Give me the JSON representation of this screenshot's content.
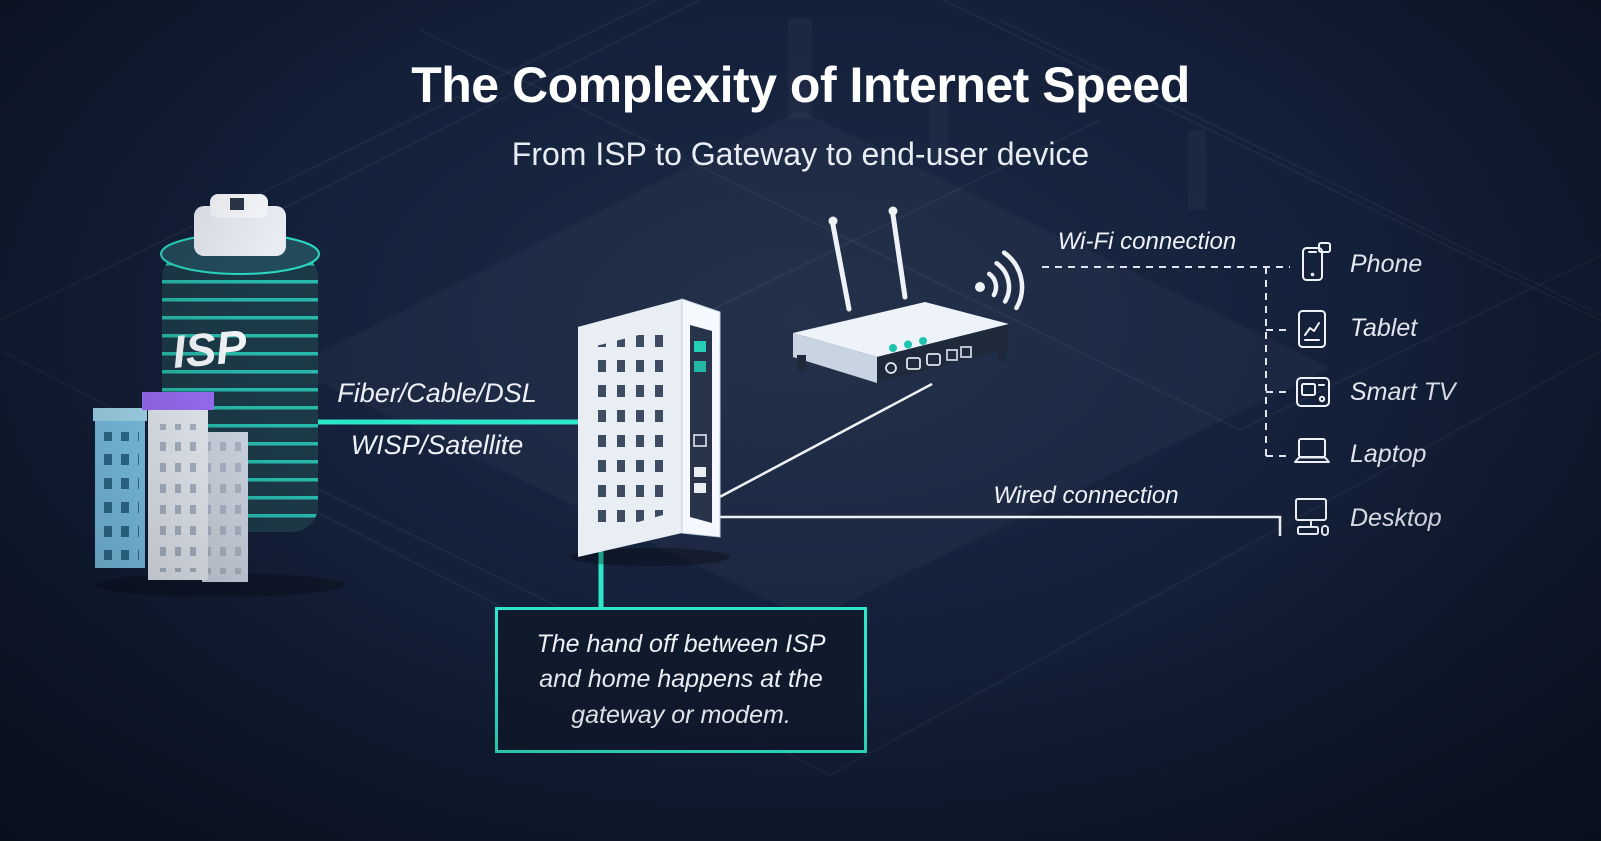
{
  "header": {
    "title": "The Complexity of Internet Speed",
    "subtitle": "From ISP to Gateway to end-user device"
  },
  "isp_building": {
    "label": "ISP"
  },
  "connections": {
    "isp_link_top": "Fiber/Cable/DSL",
    "isp_link_bottom": "WISP/Satellite",
    "wifi_label": "Wi-Fi connection",
    "wired_label": "Wired connection"
  },
  "callout": {
    "text": "The hand off between ISP and home happens at the gateway or modem."
  },
  "devices": [
    {
      "id": "phone",
      "label": "Phone"
    },
    {
      "id": "tablet",
      "label": "Tablet"
    },
    {
      "id": "smart-tv",
      "label": "Smart TV"
    },
    {
      "id": "laptop",
      "label": "Laptop"
    },
    {
      "id": "desktop",
      "label": "Desktop"
    }
  ],
  "colors": {
    "background": "#101a2d",
    "accent": "#2ee6c8",
    "text_primary": "#ffffff"
  }
}
